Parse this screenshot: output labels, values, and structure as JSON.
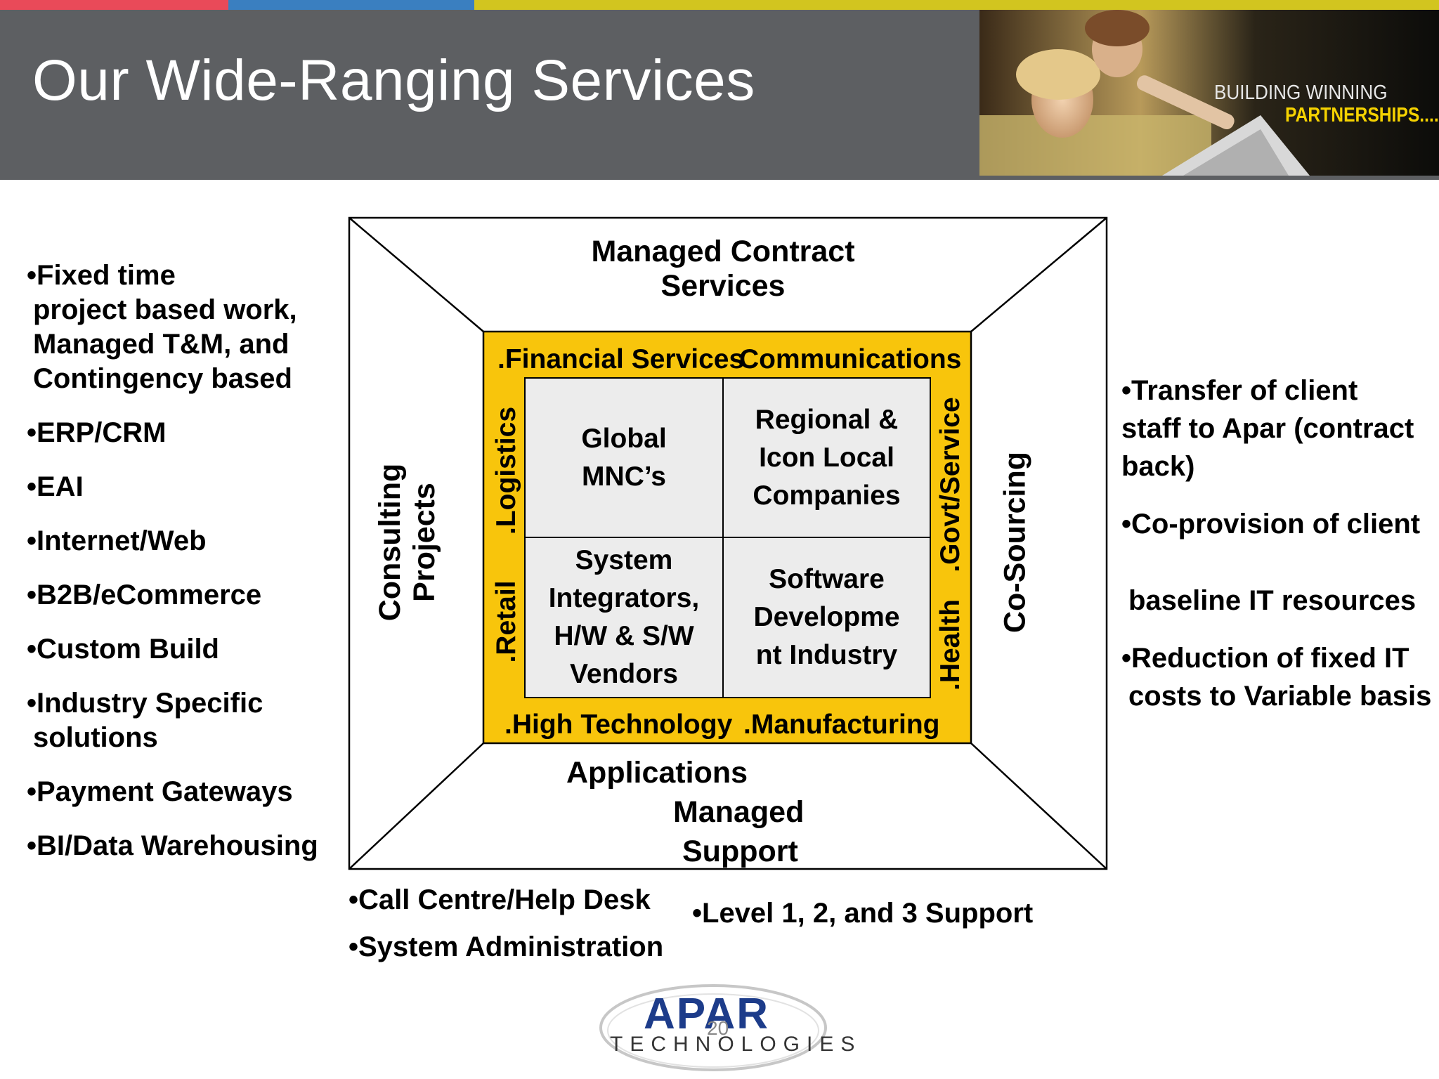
{
  "title": "Our Wide-Ranging Services",
  "tagline": {
    "line1": "BUILDING WINNING",
    "line2": "PARTNERSHIPS...."
  },
  "colors": {
    "header_bg": "#5d5f62",
    "strip_red": "#e94a59",
    "strip_blue": "#3a7fc0",
    "strip_yellow": "#d2c51f",
    "box_yellow": "#f8c50c",
    "cell_grey": "#ececec",
    "accent_gold": "#f5d200"
  },
  "left_list": [
    "•Fixed time",
    "project based work,",
    "Managed T&M, and",
    "Contingency based",
    "•ERP/CRM",
    "•EAI",
    "•Internet/Web",
    "•B2B/eCommerce",
    "•Custom Build",
    "•Industry Specific",
    "solutions",
    "•Payment Gateways",
    "•BI/Data Warehousing"
  ],
  "right_list": [
    "•Transfer of client",
    "staff to Apar (contract",
    "back)",
    "•Co-provision of client",
    "baseline IT resources",
    "•Reduction of fixed IT",
    "costs to Variable basis"
  ],
  "bottom_list": {
    "left": [
      "•Call Centre/Help Desk",
      "•System Administration"
    ],
    "right": "•Level 1, 2, and 3 Support"
  },
  "diagram": {
    "top": [
      "Managed Contract",
      "Services"
    ],
    "left": [
      "Consulting",
      "Projects"
    ],
    "right": "Co-Sourcing",
    "bottom": [
      "Applications",
      "Managed",
      "Support"
    ],
    "industries": {
      "top_left": ".Financial Services",
      "top_right": "Communications",
      "bottom_left": ".High Technology",
      "bottom_right": ".Manufacturing",
      "left_upper": ".Logistics",
      "left_lower": ".Retail",
      "right_upper": ".Govt/Service",
      "right_lower": ".Health"
    },
    "cells": {
      "top_left": "Global\nMNC’s",
      "top_right": "Regional &\nIcon Local\nCompanies",
      "bottom_left": "System\nIntegrators,\nH/W & S/W\nVendors",
      "bottom_right": "Software\nDevelopme\nnt Industry"
    }
  },
  "logo": {
    "name": "APAR",
    "sub": "TECHNOLOGIES"
  },
  "page_number": "20"
}
